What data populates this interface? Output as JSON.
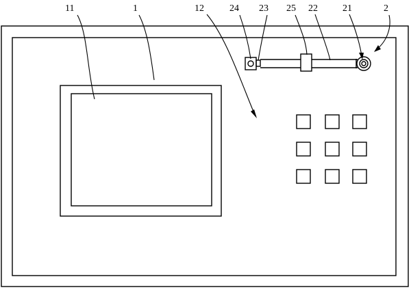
{
  "figure": {
    "stroke_color": "#000000",
    "background_color": "#ffffff",
    "labels": {
      "l11": "11",
      "l1": "1",
      "l12": "12",
      "l24": "24",
      "l23": "23",
      "l25": "25",
      "l22": "22",
      "l21": "21",
      "l2": "2"
    },
    "keypad": {
      "rows": 3,
      "columns": 3
    }
  }
}
